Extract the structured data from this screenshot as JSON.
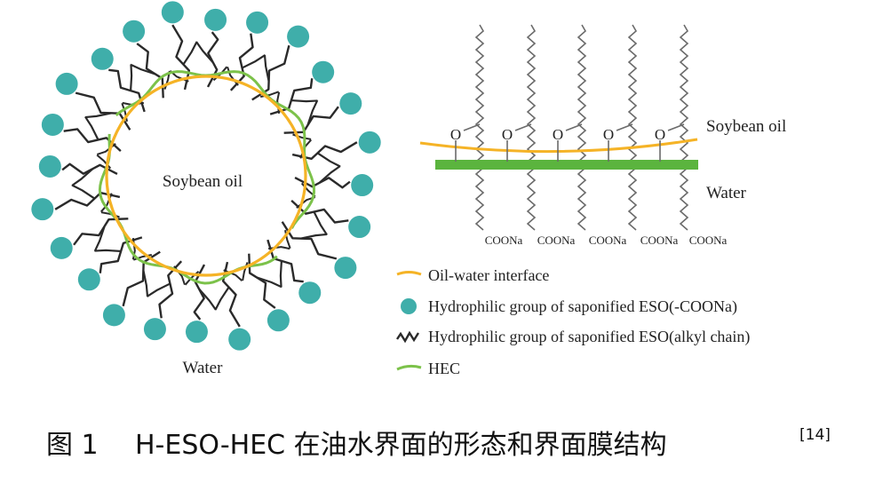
{
  "colors": {
    "interface": "#F5B326",
    "hydrophilic": "#3FAEAA",
    "chain": "#2A2A2A",
    "hec": "#7CC24A",
    "hec_bar": "#5BB43E",
    "text": "#222222"
  },
  "micelle": {
    "core_label": "Soybean oil",
    "outer_label": "Water"
  },
  "interface_panel": {
    "oil_label": "Soybean oil",
    "water_label": "Water",
    "oxygen_label": "O",
    "head_labels": [
      "COONa",
      "COONa",
      "COONa",
      "COONa",
      "COONa"
    ]
  },
  "legend": [
    {
      "icon": "interface-line-icon",
      "label": "Oil-water interface"
    },
    {
      "icon": "teal-dot-icon",
      "label": "Hydrophilic group of saponified ESO(-COONa)"
    },
    {
      "icon": "zigzag-chain-icon",
      "label": "Hydrophilic group of saponified ESO(alkyl chain)"
    },
    {
      "icon": "hec-line-icon",
      "label": "HEC"
    }
  ],
  "caption": {
    "prefix": "图 1",
    "text": "H-ESO-HEC 在油水界面的形态和界面膜结构",
    "ref": "[14]"
  }
}
